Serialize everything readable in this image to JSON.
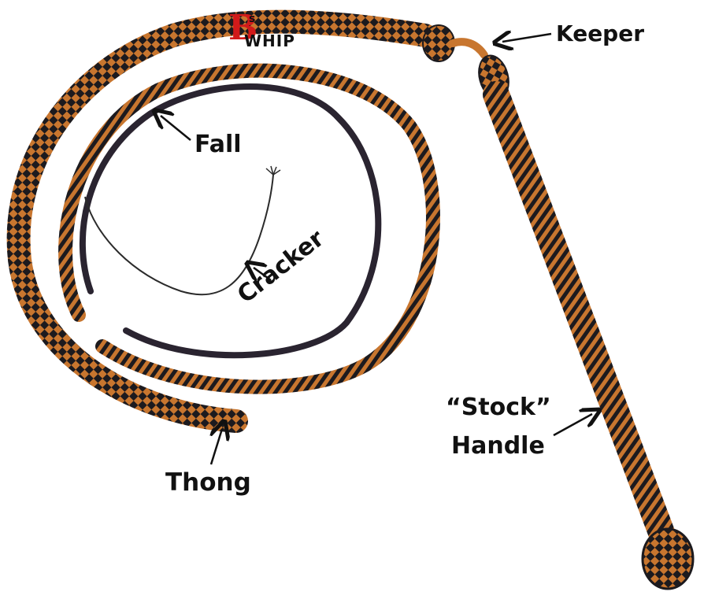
{
  "logo": {
    "initial": "B",
    "superscript": "s",
    "word": "WHIP"
  },
  "labels": {
    "keeper": "Keeper",
    "fall": "Fall",
    "cracker": "Cracker",
    "stock": "“Stock”",
    "handle": "Handle",
    "thong": "Thong"
  },
  "colors": {
    "leather_tan": "#c8762f",
    "leather_black": "#1c1a1e",
    "fall_leather": "#2a2430",
    "cracker_string": "#2b2b2b",
    "label_text": "#111111",
    "logo_red": "#d11a1a"
  }
}
